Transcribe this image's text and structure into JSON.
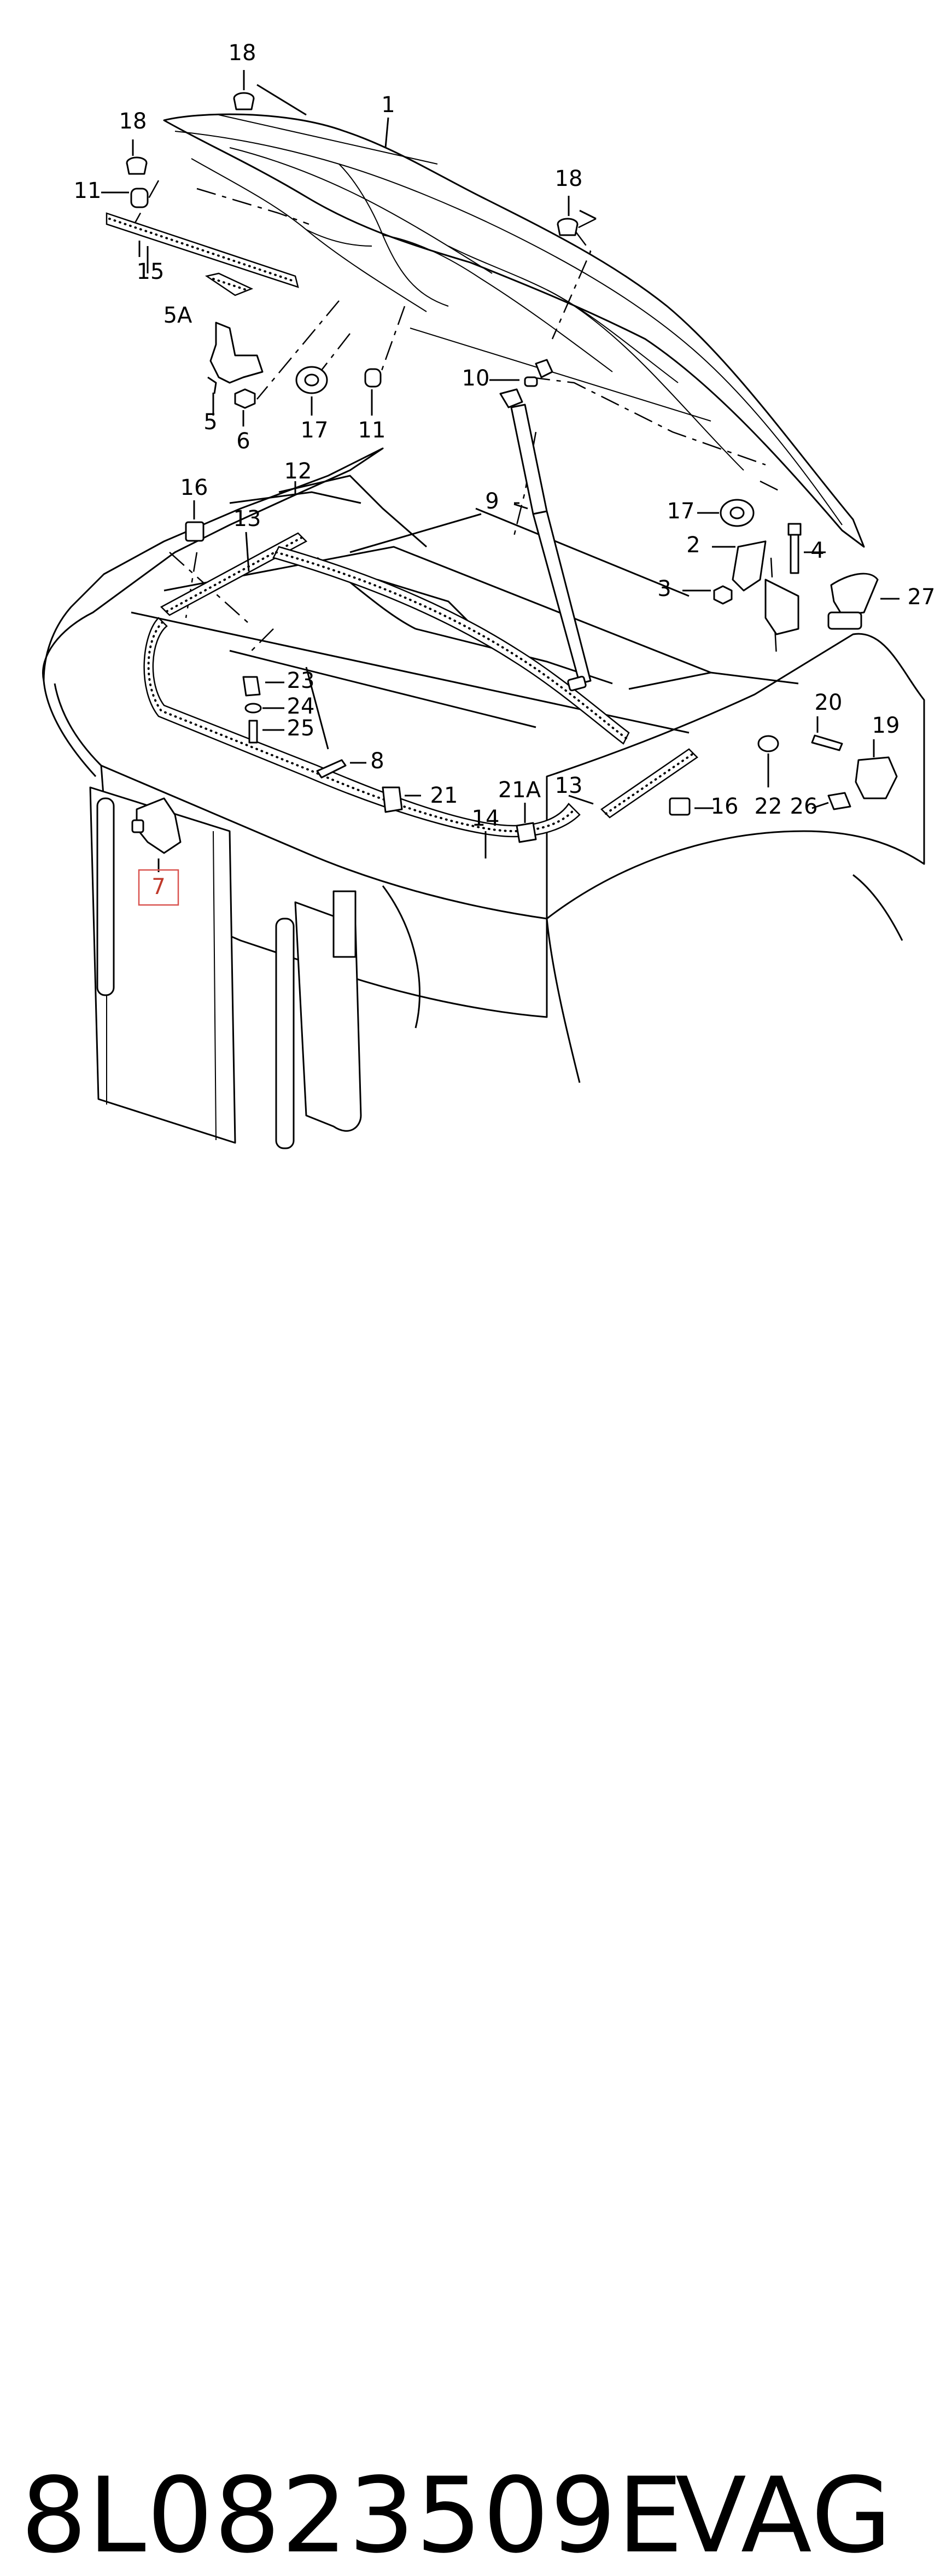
{
  "diagram": {
    "callouts": [
      {
        "id": "c1",
        "label": "1"
      },
      {
        "id": "c2",
        "label": "2"
      },
      {
        "id": "c3",
        "label": "3"
      },
      {
        "id": "c4",
        "label": "4"
      },
      {
        "id": "c5",
        "label": "5"
      },
      {
        "id": "c5A",
        "label": "5A"
      },
      {
        "id": "c6",
        "label": "6"
      },
      {
        "id": "c7",
        "label": "7"
      },
      {
        "id": "c8",
        "label": "8"
      },
      {
        "id": "c9",
        "label": "9"
      },
      {
        "id": "c10",
        "label": "10"
      },
      {
        "id": "c11a",
        "label": "11"
      },
      {
        "id": "c11b",
        "label": "11"
      },
      {
        "id": "c12",
        "label": "12"
      },
      {
        "id": "c13a",
        "label": "13"
      },
      {
        "id": "c13b",
        "label": "13"
      },
      {
        "id": "c14",
        "label": "14"
      },
      {
        "id": "c15",
        "label": "15"
      },
      {
        "id": "c16a",
        "label": "16"
      },
      {
        "id": "c16b",
        "label": "16"
      },
      {
        "id": "c17a",
        "label": "17"
      },
      {
        "id": "c17b",
        "label": "17"
      },
      {
        "id": "c18a",
        "label": "18"
      },
      {
        "id": "c18b",
        "label": "18"
      },
      {
        "id": "c18c",
        "label": "18"
      },
      {
        "id": "c19",
        "label": "19"
      },
      {
        "id": "c20",
        "label": "20"
      },
      {
        "id": "c21",
        "label": "21"
      },
      {
        "id": "c21A",
        "label": "21A"
      },
      {
        "id": "c22",
        "label": "22"
      },
      {
        "id": "c23",
        "label": "23"
      },
      {
        "id": "c24",
        "label": "24"
      },
      {
        "id": "c25",
        "label": "25"
      },
      {
        "id": "c26",
        "label": "26"
      },
      {
        "id": "c27",
        "label": "27"
      }
    ],
    "highlighted_callout": "7",
    "highlight_color": "#d9534f"
  },
  "caption": {
    "part_number": "8L0823509E",
    "brand": "VAG"
  }
}
